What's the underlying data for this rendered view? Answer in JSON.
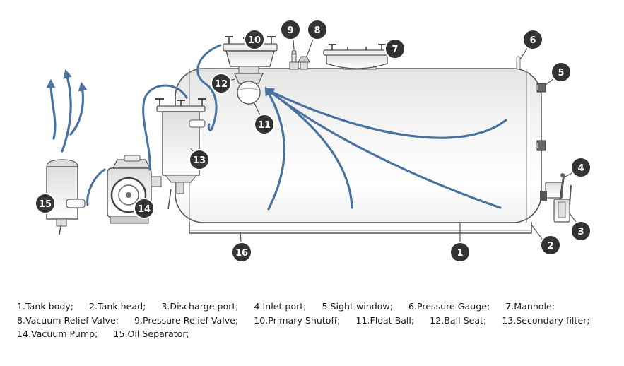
{
  "callouts": [
    {
      "id": "1",
      "text": "1"
    },
    {
      "id": "2",
      "text": "2"
    },
    {
      "id": "3",
      "text": "3"
    },
    {
      "id": "4",
      "text": "4"
    },
    {
      "id": "5",
      "text": "5"
    },
    {
      "id": "6",
      "text": "6"
    },
    {
      "id": "7",
      "text": "7"
    },
    {
      "id": "8",
      "text": "8"
    },
    {
      "id": "9",
      "text": "9"
    },
    {
      "id": "10",
      "text": "10"
    },
    {
      "id": "11",
      "text": "11"
    },
    {
      "id": "12",
      "text": "12"
    },
    {
      "id": "13",
      "text": "13"
    },
    {
      "id": "14",
      "text": "14"
    },
    {
      "id": "15",
      "text": "15"
    },
    {
      "id": "16",
      "text": "16"
    }
  ],
  "legend": {
    "lines": [
      [
        "1.Tank body;",
        "2.Tank head;",
        "3.Discharge port;",
        "4.Inlet port;",
        "5.Sight window;",
        "6.Pressure Gauge;",
        "7.Manhole;"
      ],
      [
        "8.Vacuum Relief Valve;",
        "9.Pressure Relief Valve;",
        "10.Primary Shutoff;",
        "11.Float Ball;",
        "12.Ball Seat;",
        "13.Secondary filter;"
      ],
      [
        "14.Vacuum Pump;",
        "15.Oil Separator;"
      ]
    ]
  },
  "colors": {
    "flow_arrow": "#4a72a0",
    "callout_fill": "#333333",
    "outline": "#555555"
  }
}
